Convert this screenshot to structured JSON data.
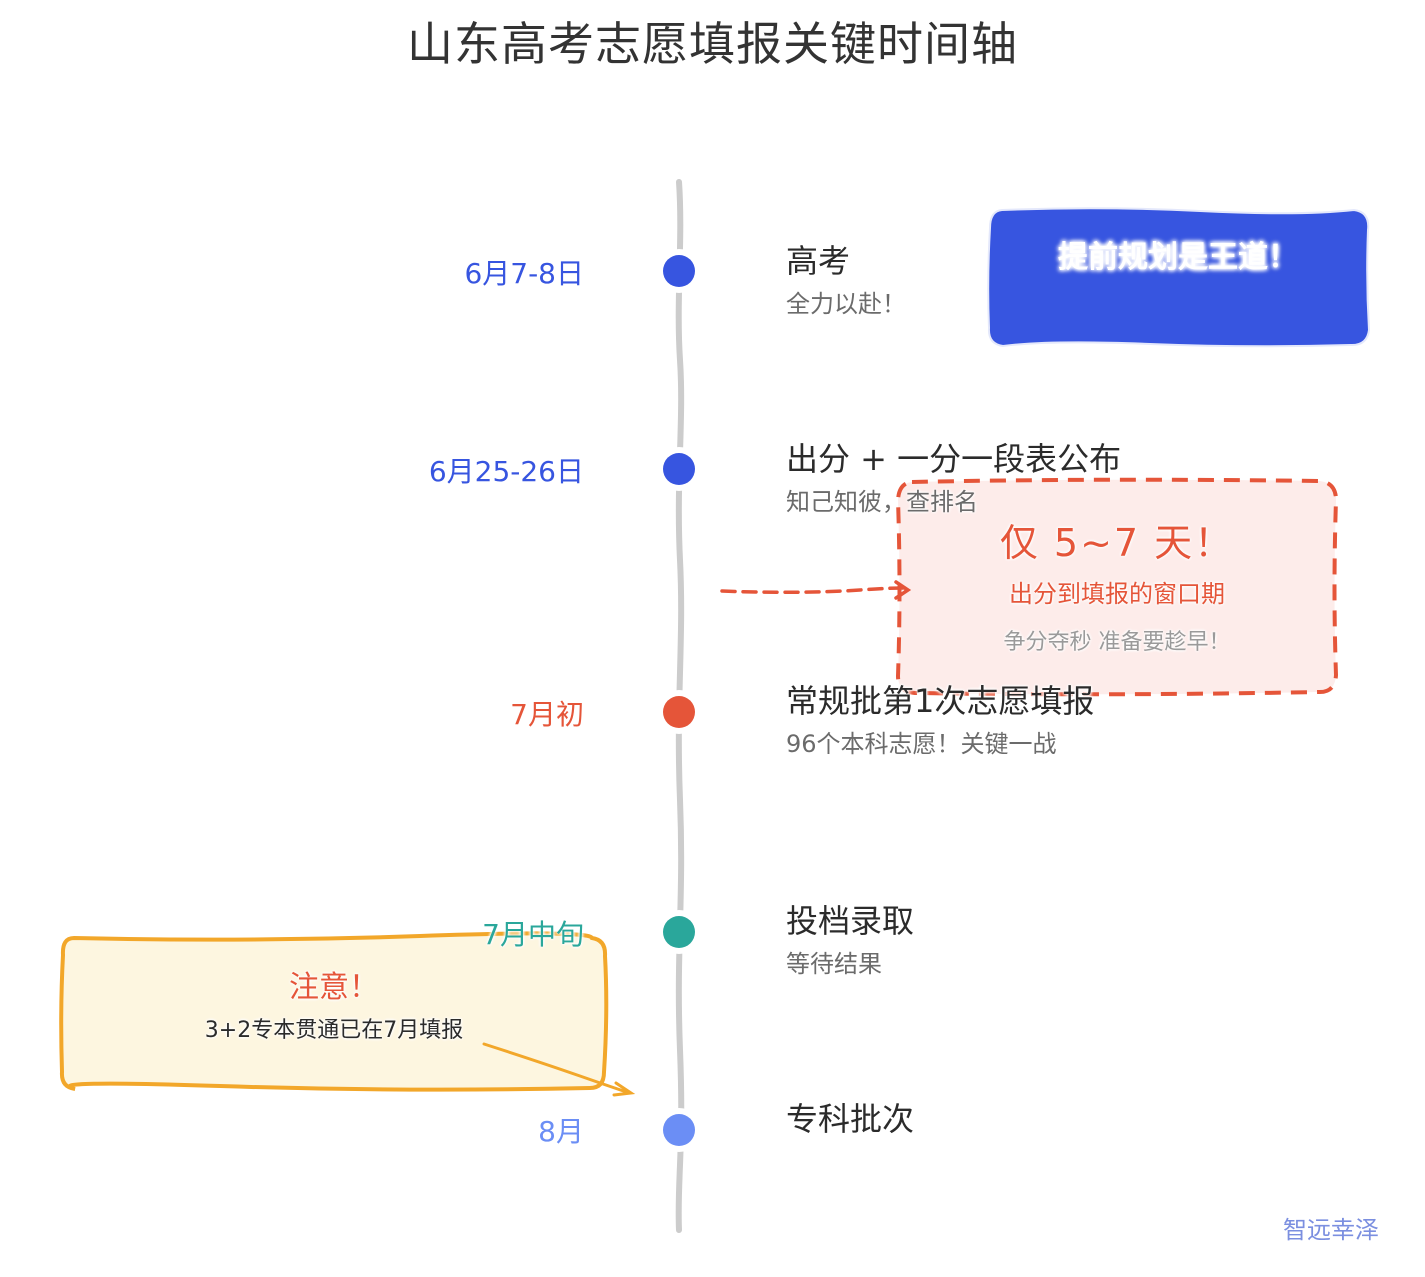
{
  "title": "山东高考志愿填报关键时间轴",
  "colors": {
    "timeline_line": "#cccccc",
    "blue": "#3755e0",
    "red": "#e55539",
    "teal": "#2aa79b",
    "light_blue": "#6b8ef5",
    "note_blue_fill": "#3755e0",
    "note_red_fill": "#fdecea",
    "note_yellow_fill": "#fdf6e0",
    "note_yellow_stroke": "#f2a72a",
    "watermark": "#7b8fe0"
  },
  "events": [
    {
      "date": "6月7-8日",
      "title": "高考",
      "subtitle": "全力以赴！",
      "color": "#3755e0"
    },
    {
      "date": "6月25-26日",
      "title": "出分 + 一分一段表公布",
      "subtitle": "知己知彼，查排名",
      "color": "#3755e0"
    },
    {
      "date": "7月初",
      "title": "常规批第1次志愿填报",
      "subtitle": "96个本科志愿！关键一战",
      "color": "#e55539"
    },
    {
      "date": "7月中旬",
      "title": "投档录取",
      "subtitle": "等待结果",
      "color": "#2aa79b"
    },
    {
      "date": "8月",
      "title": "专科批次",
      "subtitle": "",
      "color": "#6b8ef5"
    }
  ],
  "notes": {
    "blue": {
      "text": "提前规划是王道！"
    },
    "red": {
      "headline": "仅 5~7 天！",
      "line1": "出分到填报的窗口期",
      "line2": "争分夺秒 准备要趁早！"
    },
    "yellow": {
      "headline": "注意！",
      "body": "3+2专本贯通已在7月填报"
    }
  },
  "watermark": "智远幸泽"
}
